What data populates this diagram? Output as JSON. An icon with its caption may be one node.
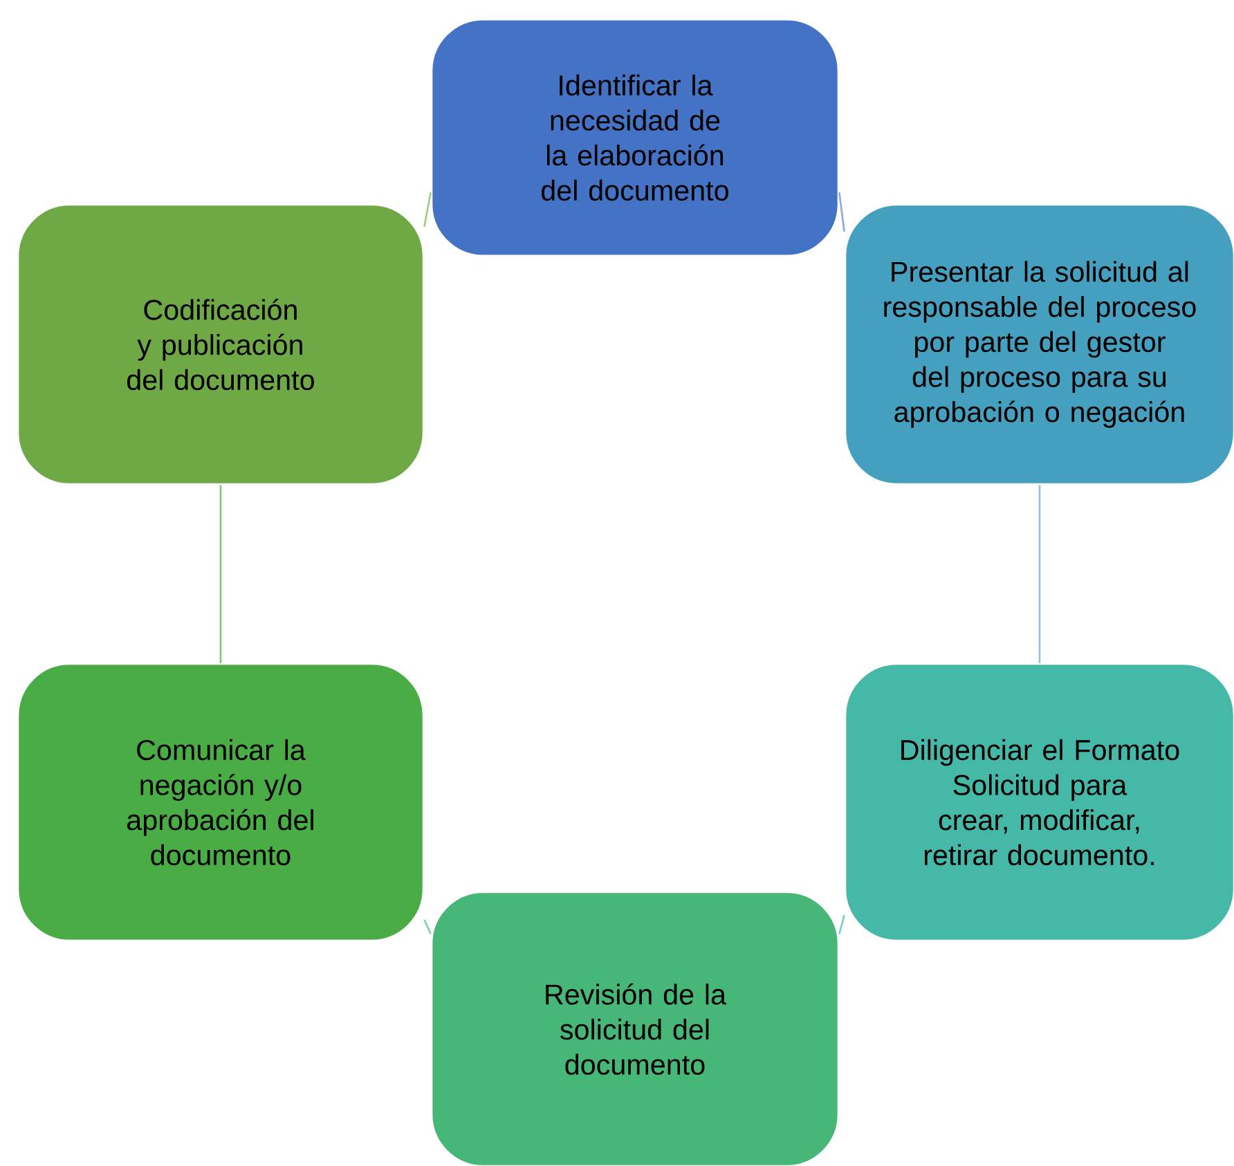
{
  "diagram": {
    "nodes": [
      {
        "text": [
          "Identificar la necesidad de la elaboración del documento"
        ]
      },
      {
        "text": [
          "Presentar la solicitud al responsable del proceso por parte del gestor del proceso para su aprobación o negación"
        ]
      },
      {
        "text": [
          "Diligenciar el Formato Solicitud para crear, modificar, retirar documento."
        ]
      },
      {
        "text": [
          "Revisión de la solicitud del documento"
        ]
      },
      {
        "text": [
          "Comunicar la negación y/o aprobación del documento"
        ]
      },
      {
        "text": [
          "Codificación y publicación del documento"
        ]
      }
    ],
    "edges": [
      {
        "from": 0,
        "to": 1,
        "arrow": "none",
        "color": "#8fa9dc"
      },
      {
        "from": 1,
        "to": 2,
        "arrow": "none",
        "color": "#8cc6d9"
      },
      {
        "from": 2,
        "to": 3,
        "arrow": "none",
        "color": "#7fd0c4"
      },
      {
        "from": 3,
        "to": 4,
        "arrow": "none",
        "color": "#7fd0a5"
      },
      {
        "from": 4,
        "to": 5,
        "arrow": "none",
        "color": "#7fcb7b"
      },
      {
        "from": 5,
        "to": 0,
        "arrow": "none",
        "color": "#a4cc83"
      }
    ]
  }
}
